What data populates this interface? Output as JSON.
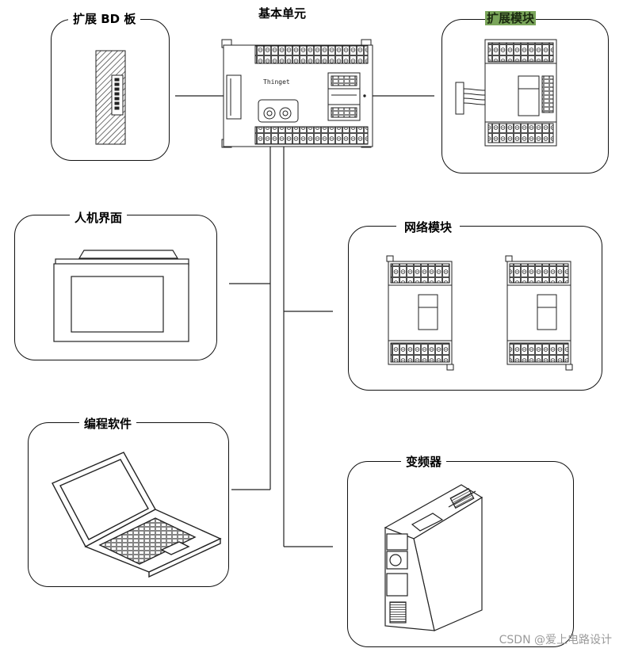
{
  "labels": {
    "expansion_bd_board": "扩展 BD 板",
    "base_unit": "基本单元",
    "expansion_module": "扩展模块",
    "hmi": "人机界面",
    "network_module": "网络模块",
    "programming_software": "编程软件",
    "inverter": "变频器"
  },
  "plc_brand": "Thinget",
  "watermark": "CSDN @爱上电路设计",
  "colors": {
    "expansion_module_highlight": "#7aa55a",
    "line": "#111111"
  }
}
